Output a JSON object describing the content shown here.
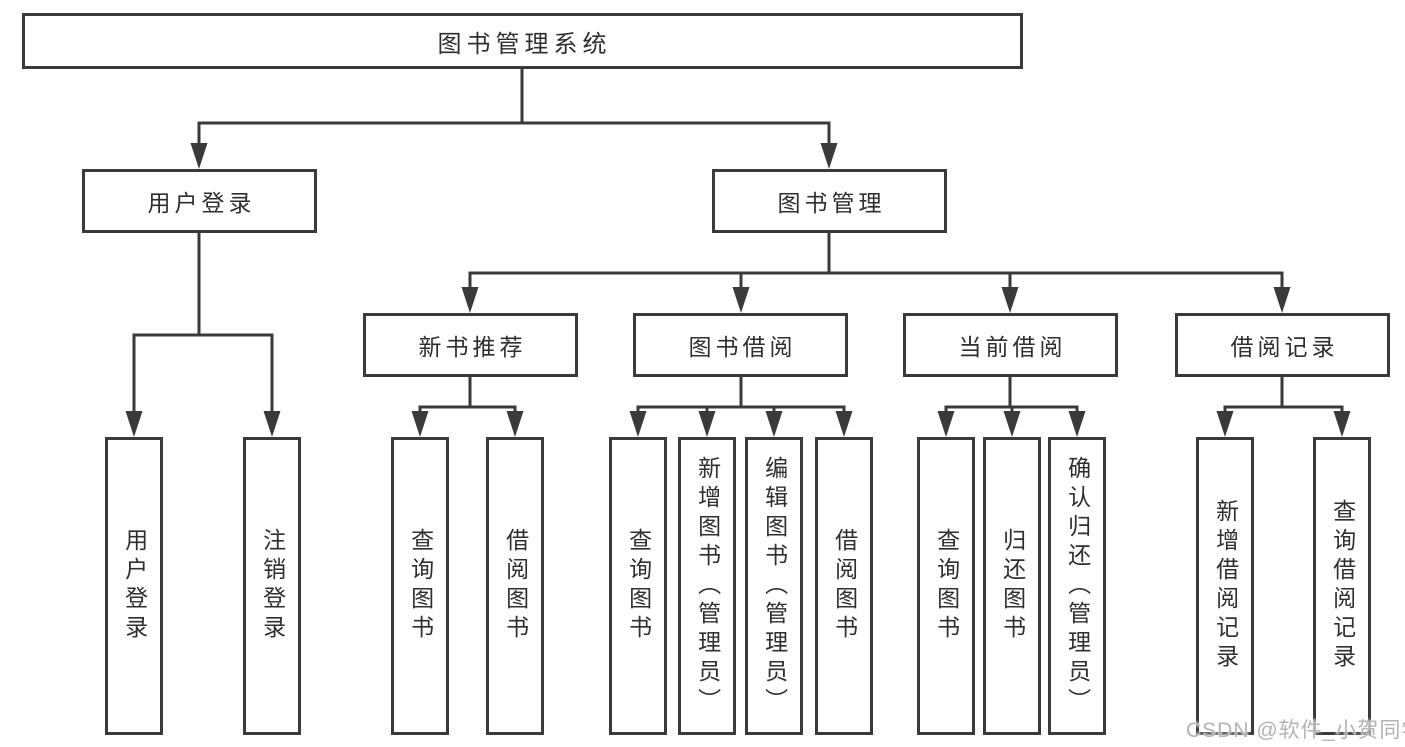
{
  "diagram": {
    "root": {
      "label": "图书管理系统",
      "children": [
        {
          "label": "用户登录",
          "children": [
            {
              "label": "用户登录"
            },
            {
              "label": "注销登录"
            }
          ]
        },
        {
          "label": "图书管理",
          "children": [
            {
              "label": "新书推荐",
              "children": [
                {
                  "label": "查询图书"
                },
                {
                  "label": "借阅图书"
                }
              ]
            },
            {
              "label": "图书借阅",
              "children": [
                {
                  "label": "查询图书"
                },
                {
                  "label": "新增图书（管理员）"
                },
                {
                  "label": "编辑图书（管理员）"
                },
                {
                  "label": "借阅图书"
                }
              ]
            },
            {
              "label": "当前借阅",
              "children": [
                {
                  "label": "查询图书"
                },
                {
                  "label": "归还图书"
                },
                {
                  "label": "确认归还（管理员）"
                }
              ]
            },
            {
              "label": "借阅记录",
              "children": [
                {
                  "label": "新增借阅记录"
                },
                {
                  "label": "查询借阅记录"
                }
              ]
            }
          ]
        }
      ]
    },
    "colors": {
      "line": "#3a3a3a",
      "text": "#2f2f2f",
      "background": "#ffffff",
      "watermark": "#b3b3b3"
    }
  },
  "watermark": {
    "text": "CSDN @软件_小贺同学"
  }
}
